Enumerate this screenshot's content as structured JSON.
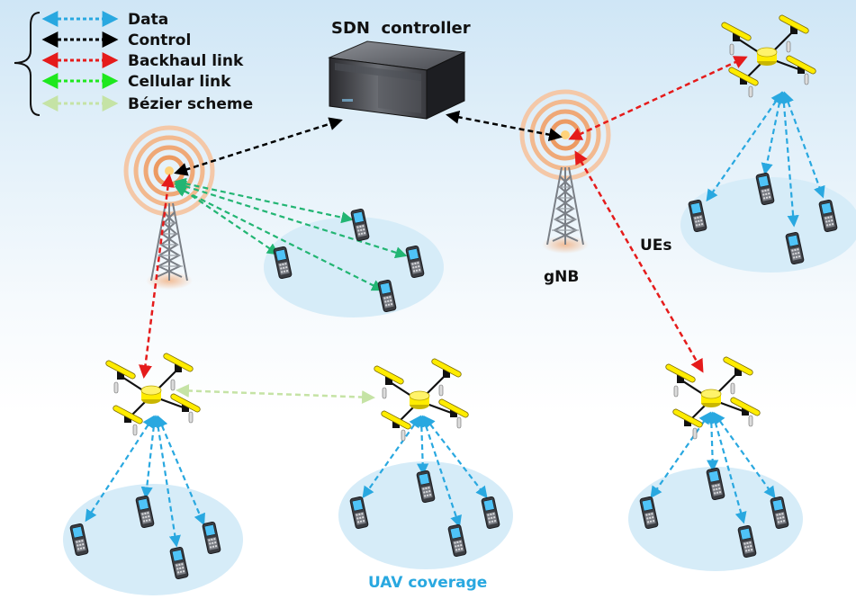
{
  "legend": {
    "items": [
      {
        "label": "Data",
        "color": "#29a8e0"
      },
      {
        "label": "Control",
        "color": "#000000"
      },
      {
        "label": "Backhaul link",
        "color": "#e51b1b"
      },
      {
        "label": "Cellular link",
        "color": "#1ee81e"
      },
      {
        "label": "Bézier scheme",
        "color": "#c5e3a5"
      }
    ]
  },
  "labels": {
    "sdn_controller": "SDN  controller",
    "gnb": "gNB",
    "ues": "UEs",
    "uav_coverage": "UAV coverage"
  },
  "colors": {
    "data": "#29a8e0",
    "control": "#000000",
    "backhaul": "#e51b1b",
    "cellular": "#22b573",
    "bezier": "#c5e3a5",
    "coverage": "#d6ecf8",
    "uav_body": "#ffec00",
    "label_blue": "#29a8e0"
  }
}
